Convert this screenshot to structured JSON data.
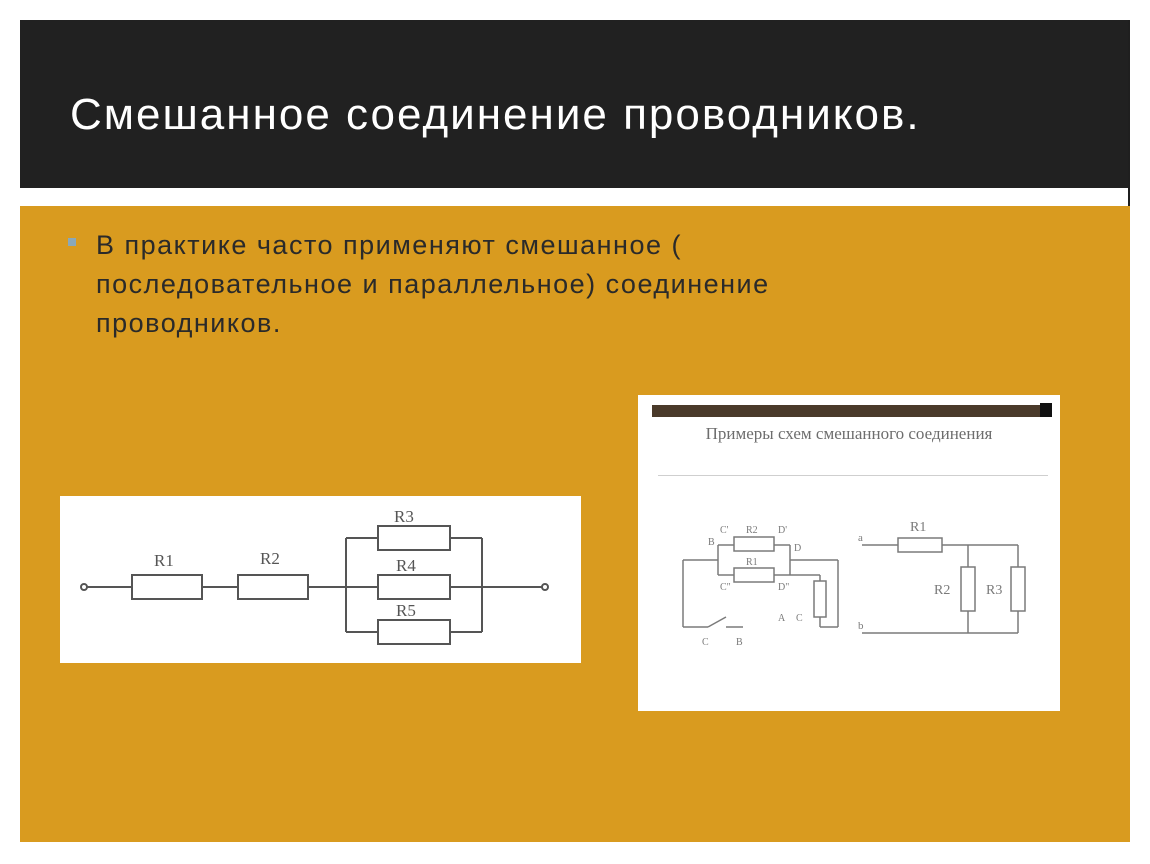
{
  "slide": {
    "title": "Смешанное соединение проводников.",
    "bullets": [
      "В практике часто применяют смешанное ( последовательное и параллельное) соединение проводников."
    ]
  },
  "figure_left": {
    "labels": [
      "R1",
      "R2",
      "R3",
      "R4",
      "R5"
    ]
  },
  "figure_right": {
    "title": "Примеры схем смешанного соединения",
    "left_circuit_labels": [
      "C'",
      "R2",
      "D'",
      "B",
      "D",
      "R1",
      "C\"",
      "D\"",
      "A",
      "C",
      "C",
      "B"
    ],
    "right_circuit_labels": [
      "a",
      "R1",
      "R2",
      "R3",
      "b"
    ]
  },
  "colors": {
    "title_bg": "#212121",
    "content_bg": "#d99b1f",
    "bullet": "#8aa8b8"
  }
}
